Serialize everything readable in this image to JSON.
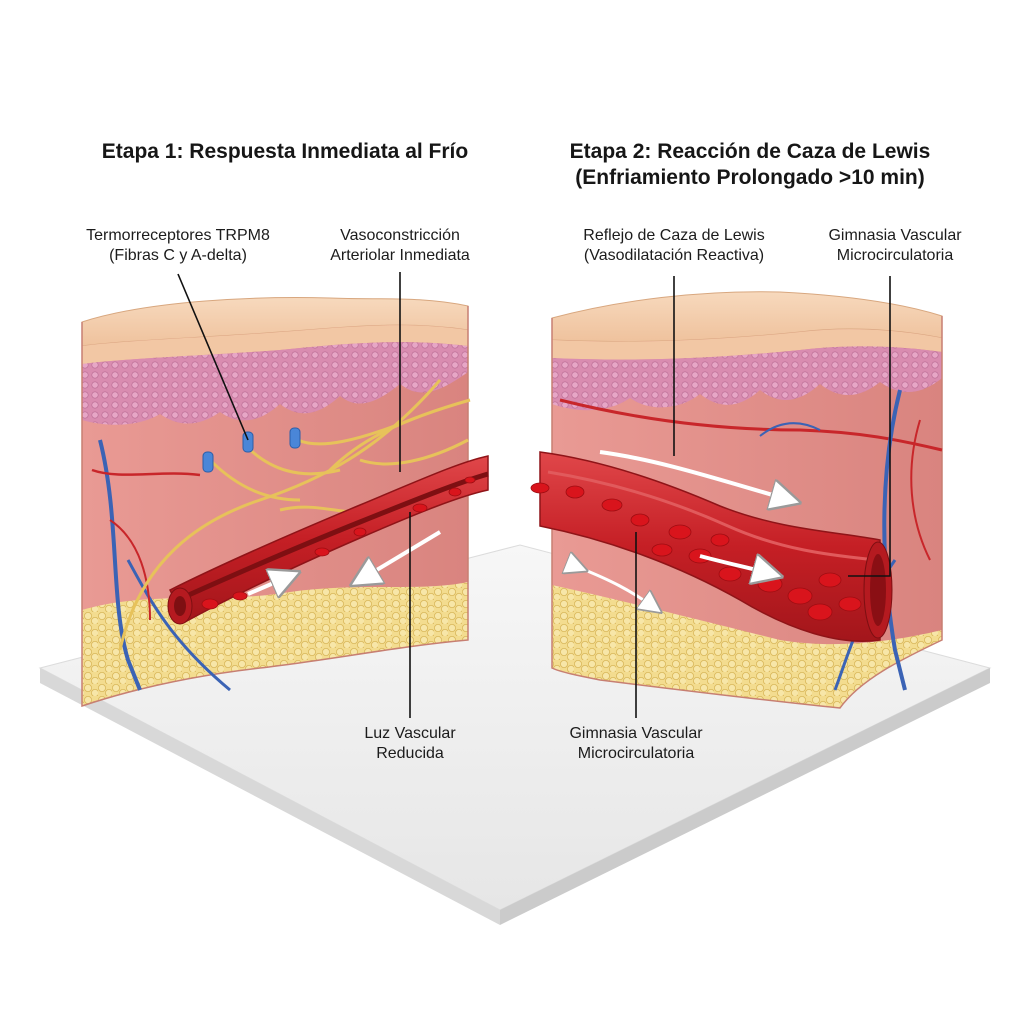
{
  "stage1": {
    "title": "Etapa 1: Respuesta Inmediata al Frío",
    "labels": {
      "receptors_line1": "Termorreceptores TRPM8",
      "receptors_line2": "(Fibras C y A-delta)",
      "vasoconstriction_line1": "Vasoconstricción",
      "vasoconstriction_line2": "Arteriolar Inmediata",
      "lumen_line1": "Luz Vascular",
      "lumen_line2": "Reducida"
    }
  },
  "stage2": {
    "title_line1": "Etapa 2: Reacción de Caza de Lewis",
    "title_line2": "(Enfriamiento Prolongado >10 min)",
    "labels": {
      "reflex_line1": "Reflejo de Caza de Lewis",
      "reflex_line2": "(Vasodilatación Reactiva)",
      "gym_right_line1": "Gimnasia Vascular",
      "gym_right_line2": "Microcirculatoria",
      "gym_bottom_line1": "Gimnasia Vascular",
      "gym_bottom_line2": "Microcirculatoria"
    }
  },
  "colors": {
    "epidermis_top": "#f3c9a4",
    "dermis": "#f0a9a0",
    "papillary": "#d98fb0",
    "fat": "#f1d98a",
    "vessel": "#c8262a",
    "blood_cell": "#d9141c",
    "nerve": "#e7c25a",
    "vein": "#3b63b5",
    "receptor": "#4a86d8",
    "platform": "#f2f2f2"
  },
  "icons": [
    "trpm8-receptor-icon",
    "flow-arrow-icon"
  ]
}
